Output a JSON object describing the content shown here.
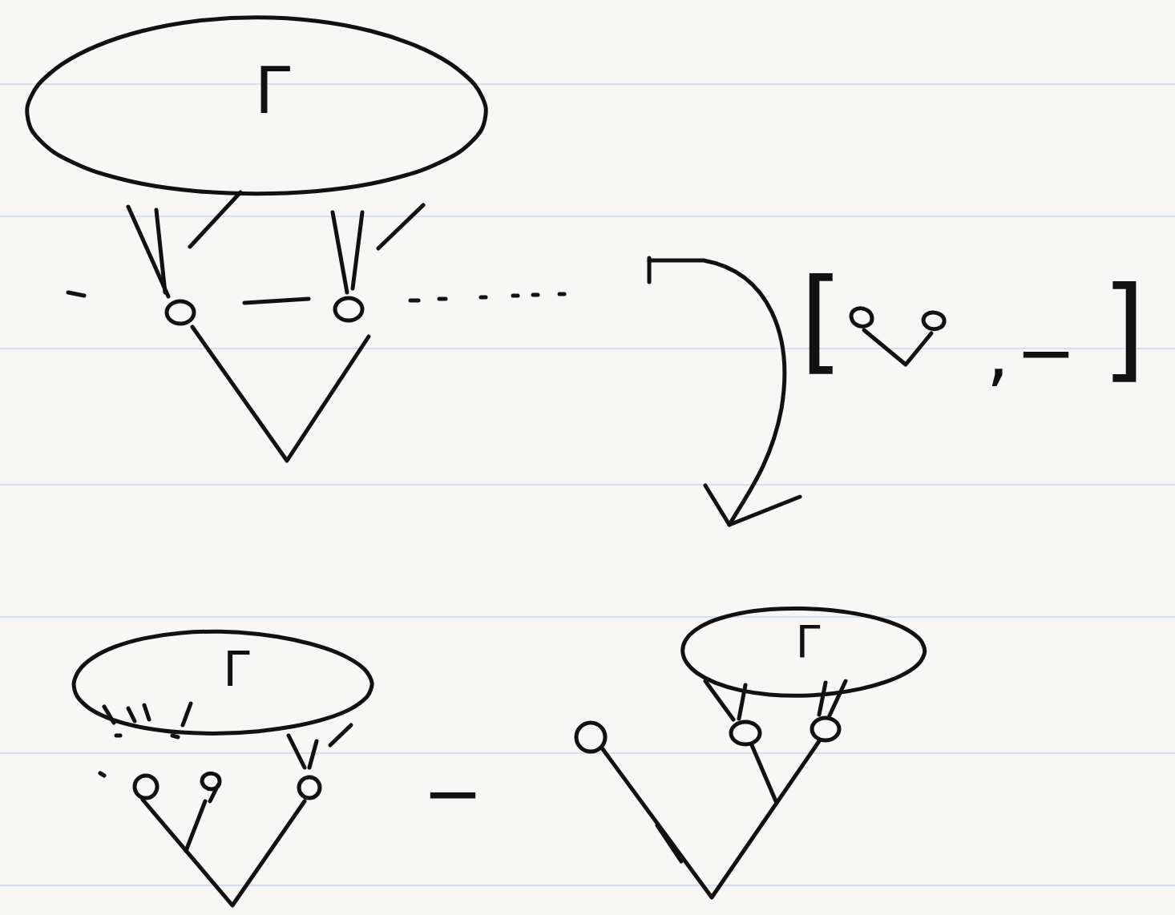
{
  "diagram": {
    "nodes": [
      {
        "text": [
          "Γ"
        ]
      },
      {
        "text": [
          "Γ"
        ]
      },
      {
        "text": [
          "Γ"
        ]
      }
    ],
    "labels": [
      "[",
      ",",
      "−",
      "]",
      "−"
    ]
  }
}
